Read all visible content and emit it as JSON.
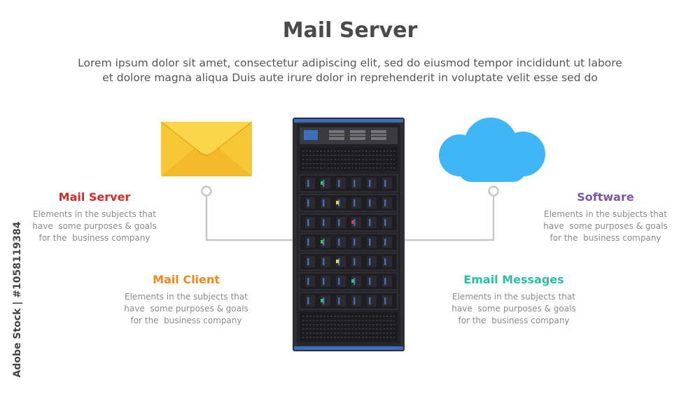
{
  "title": "Mail Server",
  "subtitle": {
    "line1": "Lorem ipsum dolor sit amet, consectetur adipiscing elit, sed do eiusmod tempor incididunt ut labore",
    "line2": "et dolore magna aliqua Duis aute irure dolor in reprehenderit in voluptate velit esse sed do"
  },
  "items": [
    {
      "heading": "Mail Server",
      "color": "#d42a2a",
      "description": "Elements in the subjects that\nhave  some purposes & goals\nfor the  business company"
    },
    {
      "heading": "Mail Client",
      "color": "#f08a1e",
      "description": "Elements in the subjects that\nhave  some purposes & goals\nfor the  business company"
    },
    {
      "heading": "Software",
      "color": "#7a55a8",
      "description": "Elements in the subjects that\nhave  some purposes & goals\nfor the  business company"
    },
    {
      "heading": "Email Messages",
      "color": "#2bbfa6",
      "description": "Elements in the subjects that\nhave  some purposes & goals\nfor the  business company"
    }
  ],
  "icons": {
    "envelope": "envelope-icon",
    "cloud": "cloud-icon",
    "server": "server-rack-icon"
  },
  "colors": {
    "envelope": "#f7c736",
    "cloud": "#3fb6f5",
    "server_body": "#2f2f33",
    "connector": "#c8c8c8"
  },
  "watermark": "Adobe Stock | #1058119384"
}
